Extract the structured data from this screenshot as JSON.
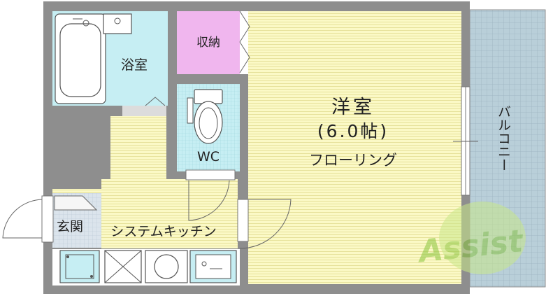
{
  "rooms": {
    "bathroom": "浴室",
    "storage": "収納",
    "western_room": "洋室",
    "western_room_size": "(6.0帖)",
    "flooring": "フローリング",
    "toilet": "WC",
    "entrance": "玄関",
    "kitchen": "システムキッチン",
    "balcony": "バルコニー"
  },
  "watermark": "Assist",
  "colors": {
    "wall": "#8e8e8e",
    "bathroom": "#c6eef3",
    "storage": "#f0b6ee",
    "floor": "#fbf9c6",
    "toilet": "#c6eef3",
    "balcony": "#b7ccd6",
    "entrance": "#dbe4ec",
    "watermark": "#9fd23c"
  }
}
